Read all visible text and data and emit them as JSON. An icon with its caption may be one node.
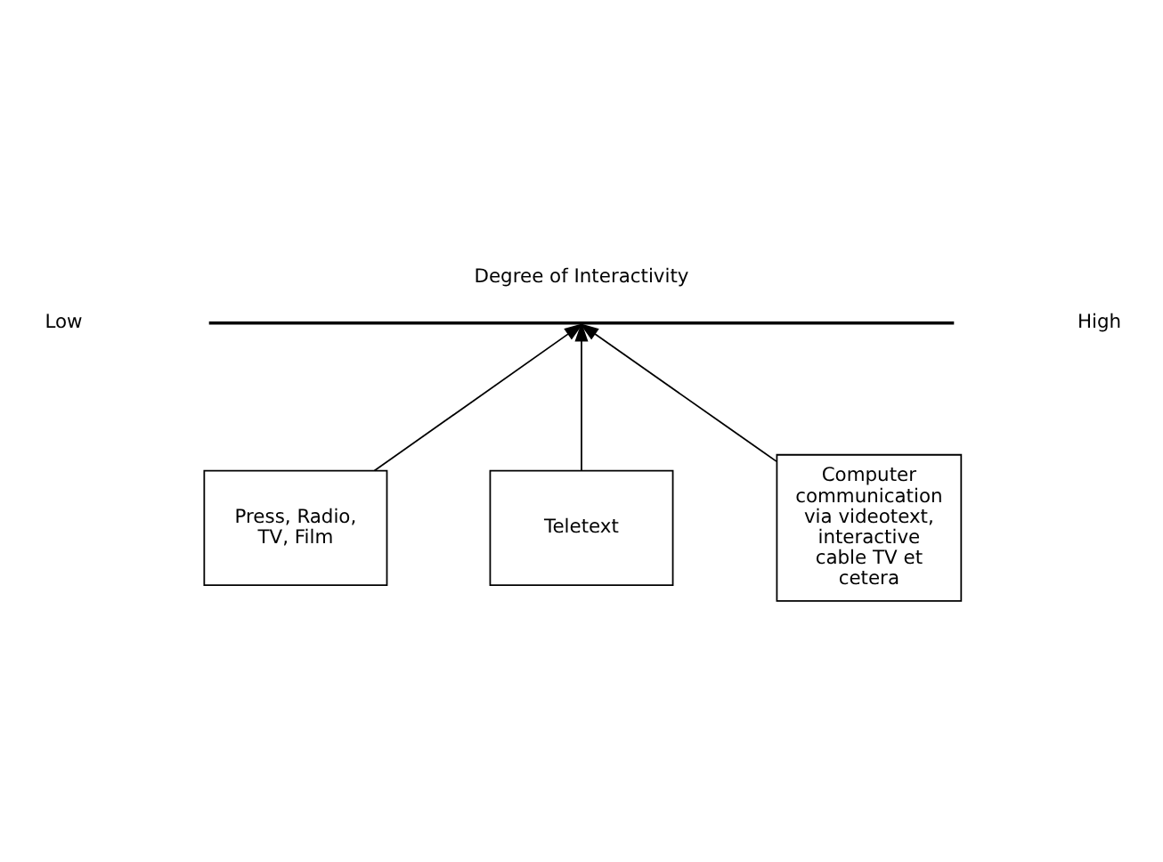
{
  "diagram": {
    "title": "Degree of Interactivity",
    "nodes": [
      {
        "text": [],
        "shape": "bar"
      },
      {
        "text": [
          "Press, Radio, TV, Film"
        ]
      },
      {
        "text": [
          "Teletext"
        ]
      },
      {
        "text": [
          "Computer communication via videotext, interactive cable TV et cetera"
        ]
      }
    ],
    "edges": [
      {
        "from": 1,
        "to": 0,
        "arrow": "to"
      },
      {
        "from": 2,
        "to": 0,
        "arrow": "to"
      },
      {
        "from": 3,
        "to": 0,
        "arrow": "to"
      }
    ],
    "labels": [
      "Low",
      "High"
    ]
  }
}
